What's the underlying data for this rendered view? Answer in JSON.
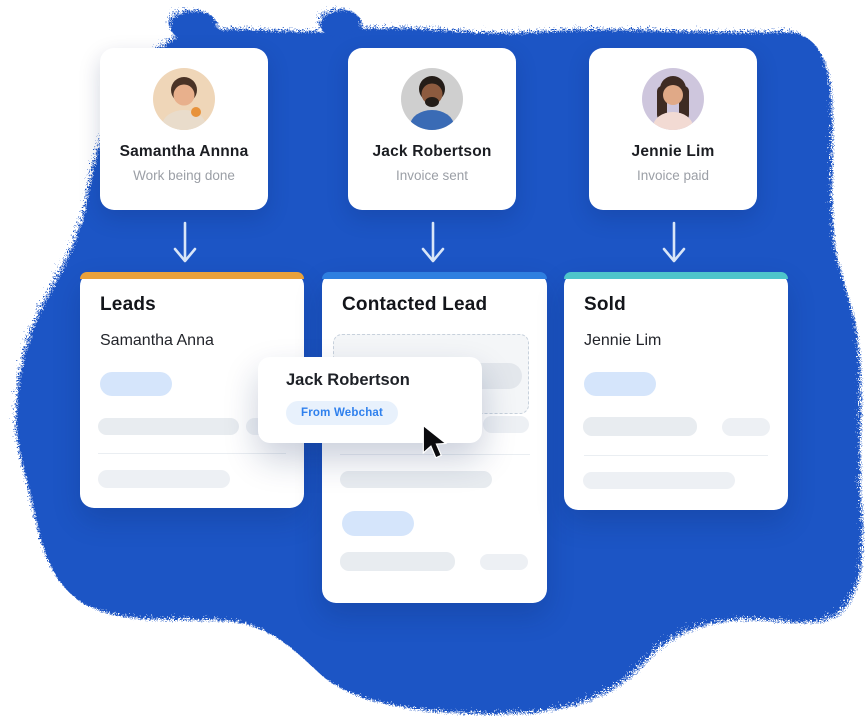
{
  "illustration": {
    "label": "CRM sales pipeline drag-and-drop illustration"
  },
  "colors": {
    "background_blob": "#1B54C5",
    "leads_accent": "#E9A13B",
    "contacted_accent": "#2E7FE0",
    "sold_accent": "#4EC5CB",
    "badge_text": "#2F80ED",
    "badge_bg": "#E8F1FC",
    "skeleton_blue": "#D5E5FB",
    "skeleton_gray": "#E8ECF0",
    "arrow": "#D9E6F8"
  },
  "contact_cards": [
    {
      "name": "Samantha Annna",
      "status": "Work being done",
      "avatar": "woman-avatar"
    },
    {
      "name": "Jack Robertson",
      "status": "Invoice sent",
      "avatar": "man-avatar"
    },
    {
      "name": "Jennie Lim",
      "status": "Invoice paid",
      "avatar": "woman-avatar-2"
    }
  ],
  "pipeline_columns": [
    {
      "title": "Leads",
      "entry_name": "Samantha Anna"
    },
    {
      "title": "Contacted Lead",
      "entry_name": ""
    },
    {
      "title": "Sold",
      "entry_name": "Jennie Lim"
    }
  ],
  "drag_card": {
    "name": "Jack Robertson",
    "badge": "From Webchat"
  }
}
